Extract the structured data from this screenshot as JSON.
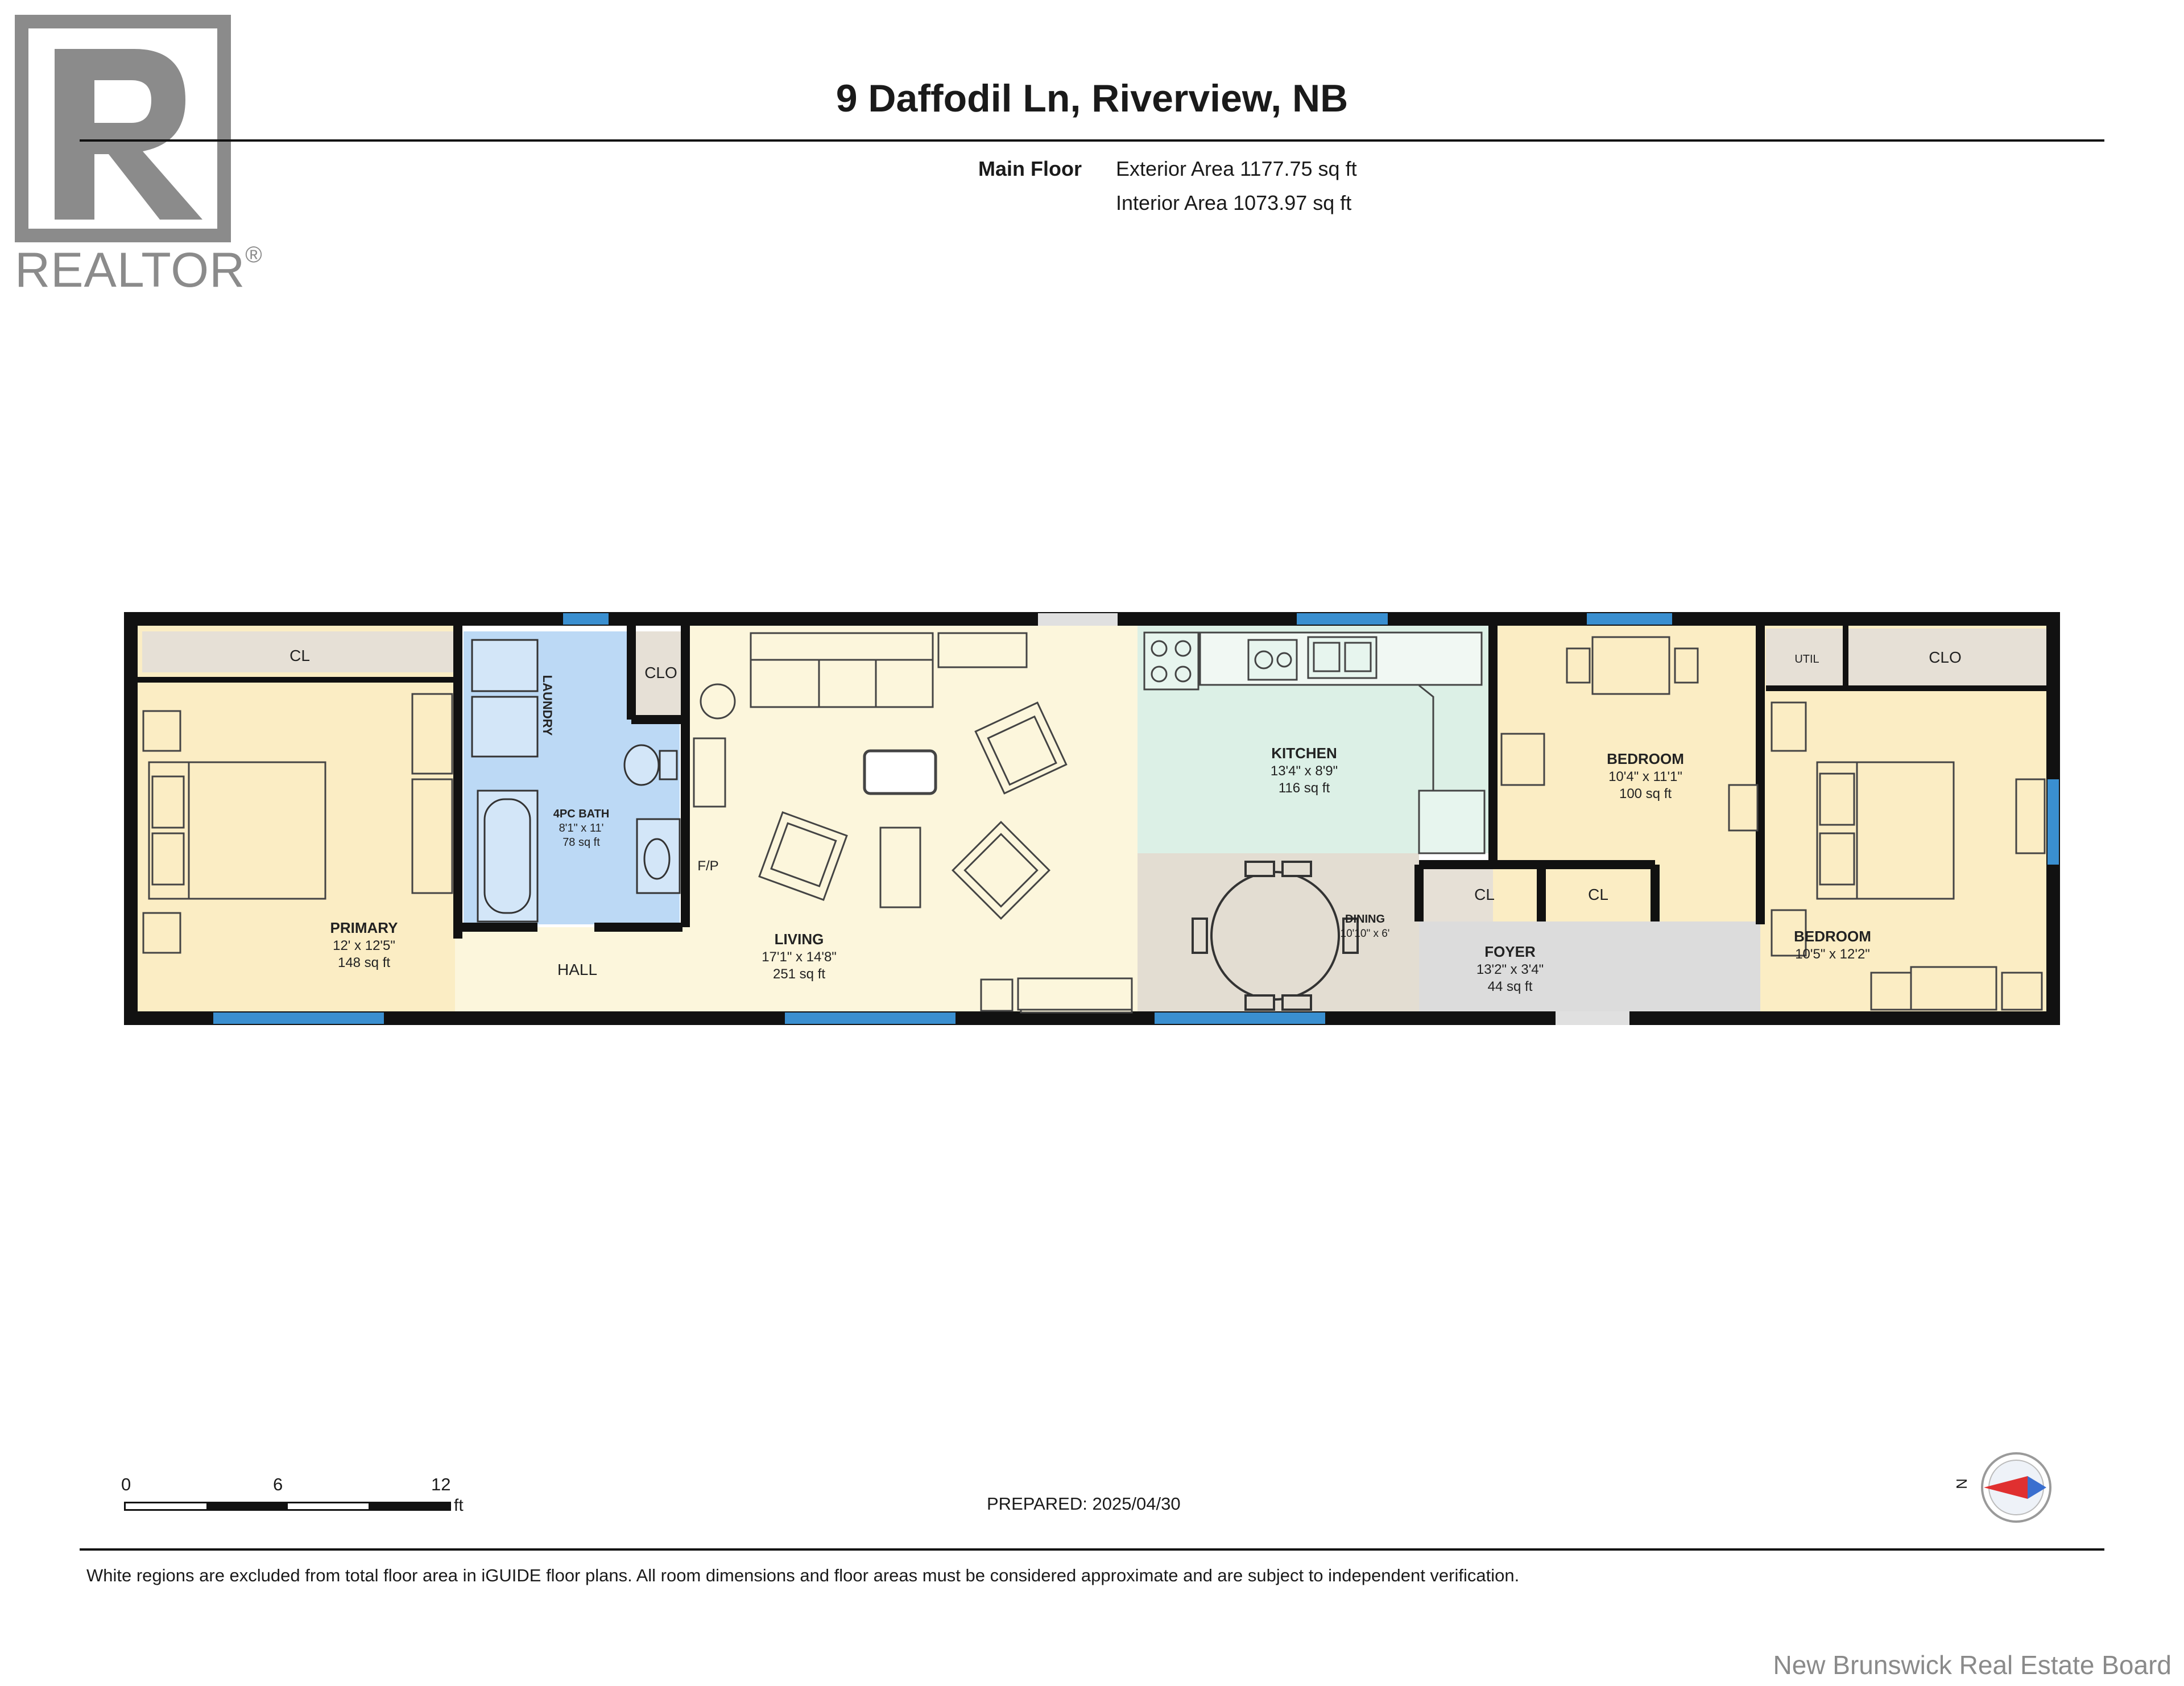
{
  "header": {
    "title": "9 Daffodil Ln, Riverview, NB",
    "floor_label": "Main Floor",
    "exterior_area": "Exterior Area 1177.75 sq ft",
    "interior_area": "Interior Area 1073.97 sq ft"
  },
  "logo": {
    "text": "REALTOR",
    "mark": "®",
    "icon": "realtor-r-logo"
  },
  "rooms": {
    "primary": {
      "name": "PRIMARY",
      "dims": "12' x 12'5\"",
      "area": "148 sq ft"
    },
    "bath": {
      "name": "4PC BATH",
      "dims": "8'1\" x 11'",
      "area": "78 sq ft"
    },
    "laundry": {
      "name": "LAUNDRY"
    },
    "living": {
      "name": "LIVING",
      "dims": "17'1\" x 14'8\"",
      "area": "251 sq ft"
    },
    "kitchen": {
      "name": "KITCHEN",
      "dims": "13'4\" x 8'9\"",
      "area": "116 sq ft"
    },
    "dining": {
      "name": "DINING",
      "dims": "10'10\" x 6'"
    },
    "foyer": {
      "name": "FOYER",
      "dims": "13'2\" x 3'4\"",
      "area": "44 sq ft"
    },
    "bedroom1": {
      "name": "BEDROOM",
      "dims": "10'4\" x 11'1\"",
      "area": "100 sq ft"
    },
    "bedroom2": {
      "name": "BEDROOM",
      "dims": "10'5\" x 12'2\""
    },
    "hall": {
      "name": "HALL"
    }
  },
  "closets": {
    "primary_cl": "CL",
    "bath_clo": "CLO",
    "foyer_cl1": "CL",
    "foyer_cl2": "CL",
    "bedroom_clo": "CLO",
    "util": "UTIL",
    "fp": "F/P"
  },
  "scale": {
    "t0": "0",
    "t6": "6",
    "t12": "12",
    "unit": "ft"
  },
  "prepared": "PREPARED: 2025/04/30",
  "compass": {
    "letter": "N",
    "icon": "compass-icon"
  },
  "disclaimer": "White regions are excluded from total floor area in iGUIDE floor plans. All room dimensions and floor areas must be considered approximate and are subject to independent verification.",
  "watermark": "New Brunswick Real Estate Board",
  "colors": {
    "wall": "#111111",
    "bedroom_fill": "#fbedc4",
    "living_fill": "#fcf6dc",
    "bath_fill": "#bcd9f5",
    "kitchen_fill": "#dcf0e6",
    "dining_fill": "#e3ddd2",
    "foyer_fill": "#dcdcdc",
    "closet_fill": "#e6e0d6",
    "window": "#3a8fd0"
  }
}
